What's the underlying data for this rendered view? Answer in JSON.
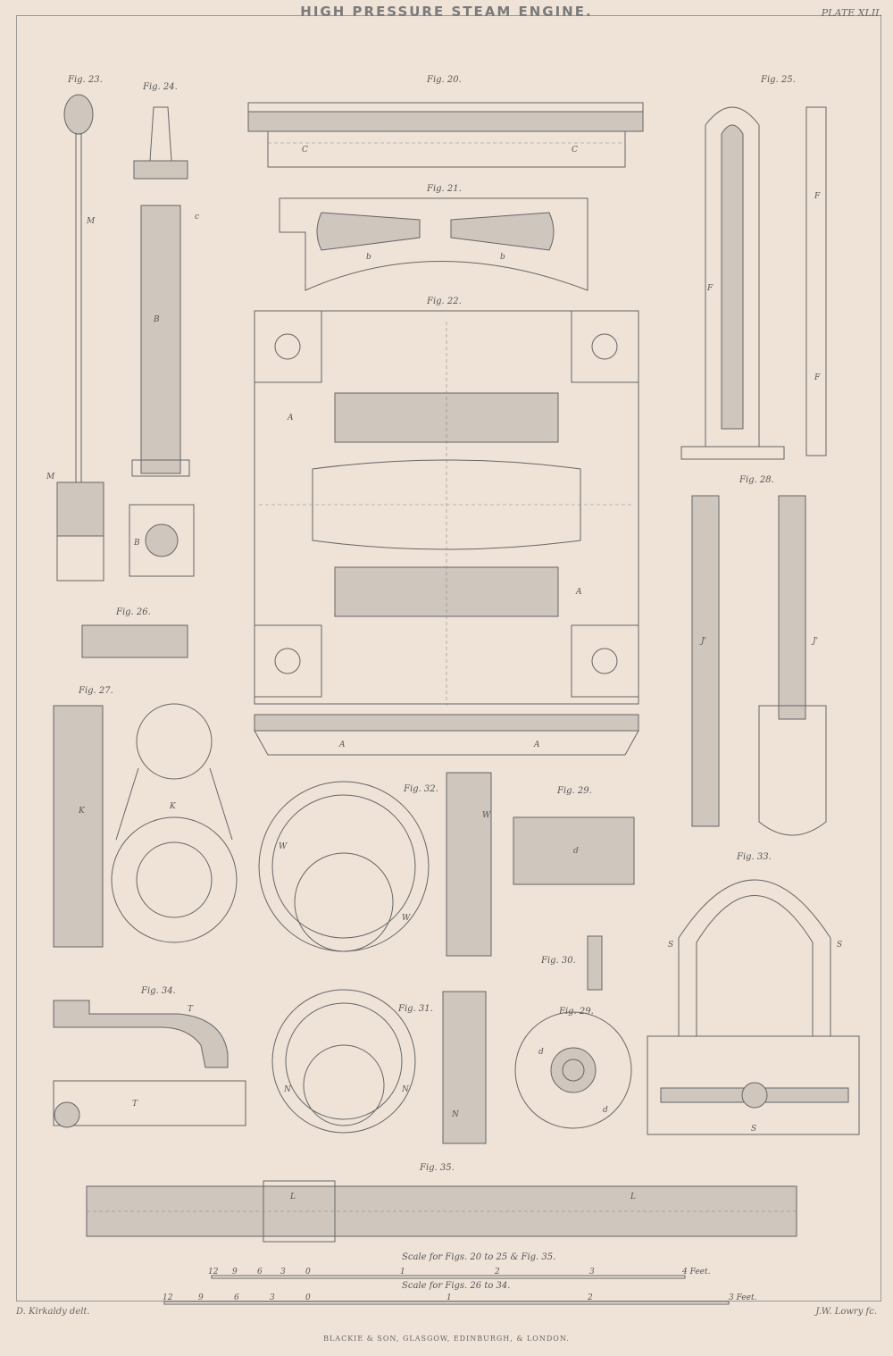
{
  "title": "HIGH PRESSURE STEAM ENGINE.",
  "plate": "PLATE XLII.",
  "figures": {
    "f20": "Fig. 20.",
    "f21": "Fig. 21.",
    "f22": "Fig. 22.",
    "f23": "Fig. 23.",
    "f24": "Fig. 24.",
    "f25": "Fig. 25.",
    "f26": "Fig. 26.",
    "f27": "Fig. 27.",
    "f28": "Fig. 28.",
    "f29": "Fig. 29.",
    "f30": "Fig. 30.",
    "f31": "Fig. 31.",
    "f32": "Fig. 32.",
    "f33": "Fig. 33.",
    "f34": "Fig. 34.",
    "f35": "Fig. 35.",
    "f29b": "Fig. 29."
  },
  "letters": {
    "A": "A",
    "B": "B",
    "C": "C",
    "F": "F",
    "M": "M",
    "K": "K",
    "J": "J'",
    "W": "W",
    "N": "N",
    "S": "S",
    "T": "T",
    "L": "L",
    "d": "d",
    "b": "b",
    "c": "c"
  },
  "scales": {
    "scale1_label": "Scale for Figs. 20 to 25 & Fig. 35.",
    "scale1_ticks": [
      "12",
      "9",
      "6",
      "3",
      "0",
      "1",
      "2",
      "3",
      "4 Feet."
    ],
    "scale2_label": "Scale for Figs. 26 to 34.",
    "scale2_ticks": [
      "12",
      "9",
      "6",
      "3",
      "0",
      "1",
      "2",
      "3 Feet."
    ]
  },
  "credits": {
    "draughtsman": "D. Kirkaldy delt.",
    "engraver": "J.W. Lowry fc.",
    "publisher": "BLACKIE & SON, GLASGOW, EDINBURGH, & LONDON."
  }
}
